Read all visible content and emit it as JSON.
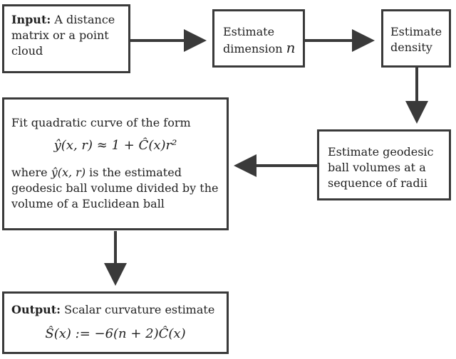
{
  "boxes": {
    "input": {
      "label": "Input:",
      "text": "A distance matrix or a point cloud"
    },
    "estimate_dimension": {
      "text": "Estimate dimension",
      "symbol": "n"
    },
    "estimate_density": {
      "text": "Estimate density"
    },
    "estimate_volumes": {
      "text": "Estimate geodesic ball volumes at a sequence of radii"
    },
    "fit_curve": {
      "line1": "Fit quadratic curve of the form",
      "equation": "ŷ(x, r) ≈ 1 + Ĉ(x)r²",
      "where_prefix": "where",
      "where_symbol": "ŷ(x, r)",
      "where_rest": "is the estimated geodesic ball volume divided by the volume of a Euclidean ball"
    },
    "output": {
      "label": "Output:",
      "text": "Scalar curvature estimate",
      "equation": "Ŝ(x) := −6(n + 2)Ĉ(x)"
    }
  },
  "colors": {
    "border": "#3a3a3a",
    "arrow": "#3a3a3a",
    "text": "#222222"
  }
}
